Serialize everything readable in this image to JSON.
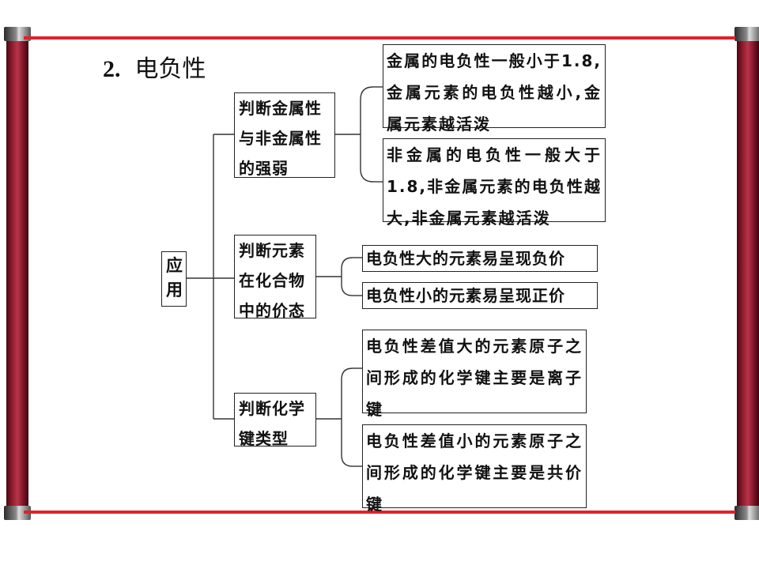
{
  "title": {
    "number": "2.",
    "text": "电负性"
  },
  "root": {
    "label": "应用"
  },
  "branches": [
    {
      "label": "判断金属性与非金属性的强弱",
      "items": [
        "金属的电负性一般小于1.8,金属元素的电负性越小,金属元素越活泼",
        "非金属的电负性一般大于1.8,非金属元素的电负性越大,非金属元素越活泼"
      ]
    },
    {
      "label": "判断元素在化合物中的价态",
      "items": [
        "电负性大的元素易呈现负价",
        "电负性小的元素易呈现正价"
      ]
    },
    {
      "label": "判断化学键类型",
      "items": [
        "电负性差值大的元素原子之间形成的化学键主要是离子键",
        "电负性差值小的元素原子之间形成的化学键主要是共价键"
      ]
    }
  ]
}
